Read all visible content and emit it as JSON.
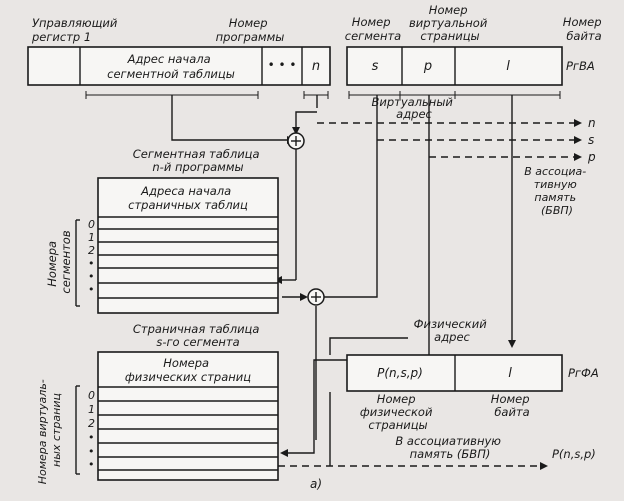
{
  "labels": {
    "control_register": [
      "Управляющий",
      "регистр 1"
    ],
    "program_number": [
      "Номер",
      "программы"
    ],
    "segment_number": [
      "Номер",
      "сегмента"
    ],
    "virtual_page_number": [
      "Номер",
      "виртуальной",
      "страницы"
    ],
    "byte_number_top": [
      "Номер",
      "байта"
    ],
    "segment_table_start_address": [
      "Адрес начала",
      "сегментной таблицы"
    ],
    "ellipsis": "• • •",
    "n_cell": "n",
    "s_cell": "s",
    "p_cell": "p",
    "l_cell": "l",
    "rgva": "РгВА",
    "virtual_address": [
      "Виртуальный",
      "адрес"
    ],
    "out_n": "n",
    "out_s": "s",
    "out_p": "p",
    "to_assoc_memory_right": [
      "В ассоциа-",
      "тивную",
      "память",
      "(БВП)"
    ],
    "segment_table_title": [
      "Сегментная таблица",
      "n-й программы"
    ],
    "page_table_start_addresses": [
      "Адреса начала",
      "страничных таблиц"
    ],
    "segment_numbers_vertical": [
      "Номера",
      "сегментов"
    ],
    "seg_row_indices": [
      "0",
      "1",
      "2",
      "•",
      "•",
      "•"
    ],
    "page_table_title": [
      "Страничная таблица",
      "s-го сегмента"
    ],
    "physical_page_numbers": [
      "Номера",
      "физических страниц"
    ],
    "virtual_page_numbers_vertical": [
      "Номера виртуаль-",
      "ных страниц"
    ],
    "page_row_indices": [
      "0",
      "1",
      "2",
      "•",
      "•",
      "•"
    ],
    "physical_address": [
      "Физический",
      "адрес"
    ],
    "pnsp_cell": "P(n,s,p)",
    "l_cell_bottom": "l",
    "rgfa": "РгФА",
    "physical_page_number": [
      "Номер",
      "физической",
      "страницы"
    ],
    "byte_number_bottom": [
      "Номер",
      "байта"
    ],
    "to_assoc_memory_bottom": [
      "В ассоциативную",
      "память (БВП)"
    ],
    "out_pnsp": "P(n,s,p)",
    "fig_label": "а)"
  }
}
